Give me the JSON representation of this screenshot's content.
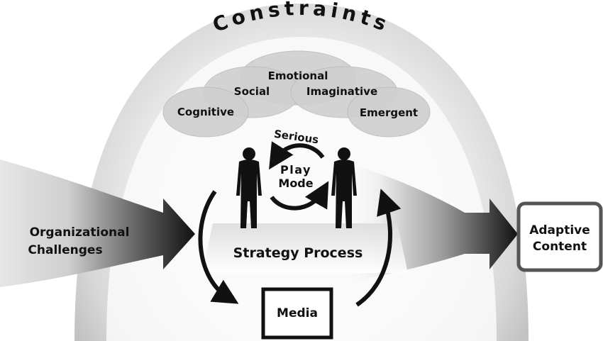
{
  "constraints_title": "Constraints",
  "play_dimensions": {
    "cognitive": "Cognitive",
    "social": "Social",
    "emotional": "Emotional",
    "imaginative": "Imaginative",
    "emergent": "Emergent"
  },
  "serious_label": "Serious",
  "play_mode": {
    "line1": "Play",
    "line2": "Mode"
  },
  "input": {
    "line1": "Organizational",
    "line2": "Challenges"
  },
  "process_label": "Strategy Process",
  "media_label": "Media",
  "output": {
    "line1": "Adaptive",
    "line2": "Content"
  },
  "colors": {
    "ellipse_fill": "#cfcfcf",
    "arrow_dark": "#111111",
    "text": "#111111",
    "process_text": "#555555",
    "output_border": "#555555"
  }
}
